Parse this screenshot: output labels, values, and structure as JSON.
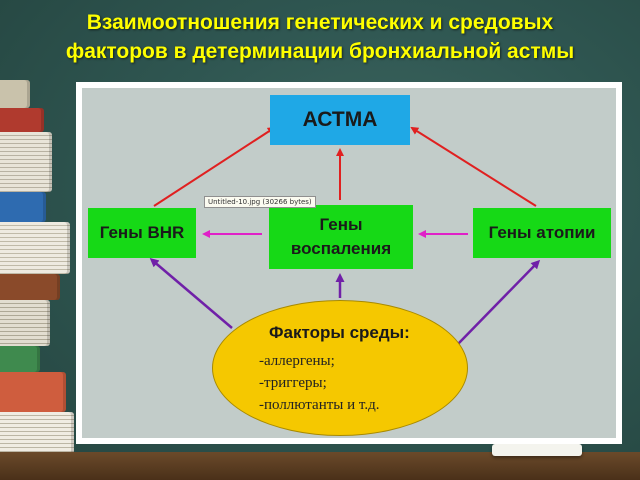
{
  "title": {
    "line1": "Взаимоотношения генетических и средовых",
    "line2": "факторов в детерминации бронхиальной астмы"
  },
  "diagram": {
    "asthma": "АСТМА",
    "bhr_genes": "Гены BHR",
    "inflammation_genes_line1": "Гены",
    "inflammation_genes_line2": "воспаления",
    "atopy_genes": "Гены атопии",
    "environment": {
      "title": "Факторы среды:",
      "items": [
        "-аллергены;",
        "-триггеры;",
        "-поллютанты и т.д."
      ]
    },
    "tooltip": "Untitled-10.jpg (30266 bytes)"
  },
  "colors": {
    "title": "#ffff00",
    "asthma_box": "#1fa8e6",
    "gene_boxes": "#16d916",
    "environment_ellipse": "#f5c800",
    "red_arrows": "#e02020",
    "magenta_arrows": "#e020c8",
    "purple_arrows": "#7020a8"
  }
}
